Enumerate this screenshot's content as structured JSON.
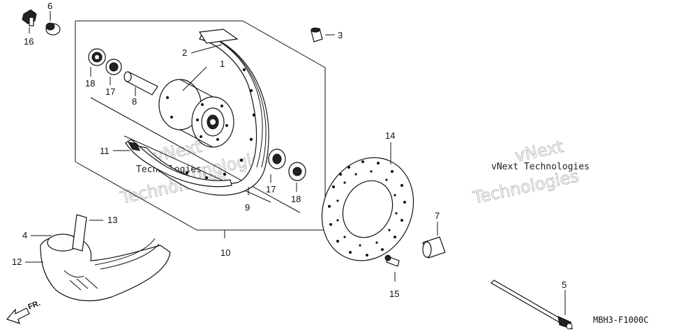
{
  "labels": {
    "p1": "1",
    "p2": "2",
    "p3": "3",
    "p4": "4",
    "p5": "5",
    "p6": "6",
    "p7": "7",
    "p8": "8",
    "p9": "9",
    "p10": "10",
    "p11": "11",
    "p12": "12",
    "p13": "13",
    "p14": "14",
    "p15": "15",
    "p16": "16",
    "p17a": "17",
    "p17b": "17",
    "p18a": "18",
    "p18b": "18"
  },
  "watermark": {
    "text_left_top": "vNext",
    "text_left_mid": "Technologies",
    "text_left_small": "Technologies",
    "text_left_big": "Technologies",
    "text_right_top": "vNext",
    "text_right_small": "vNext Technologies",
    "text_right_big": "Technologies"
  },
  "direction_marker": "FR.",
  "diagram_code": "MBH3-F1000C"
}
